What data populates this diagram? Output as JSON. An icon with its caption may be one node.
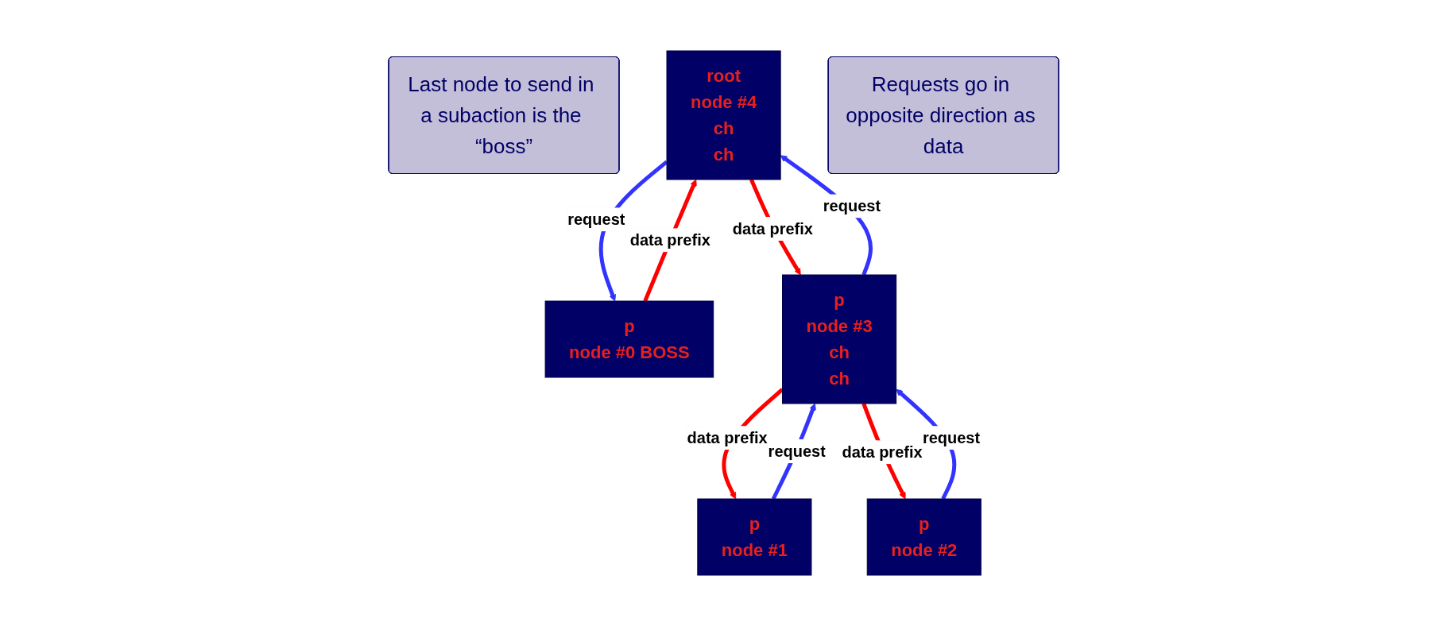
{
  "diagram": {
    "nodes": [
      {
        "text": [
          "root",
          "node #4",
          "ch",
          "ch"
        ]
      },
      {
        "text": [
          "p",
          "node #0 BOSS"
        ]
      },
      {
        "text": [
          "p",
          "node #3",
          "ch",
          "ch"
        ]
      },
      {
        "text": [
          "p",
          "node #1"
        ]
      },
      {
        "text": [
          "p",
          "node #2"
        ]
      },
      {
        "text": [
          "Last node to send in a subaction is the “boss”"
        ]
      },
      {
        "text": [
          "Requests go in opposite direction as data"
        ]
      }
    ],
    "edges": [
      {
        "from": 0,
        "to": 1,
        "arrow": "to",
        "label": "request",
        "color": "#3333ff"
      },
      {
        "from": 1,
        "to": 0,
        "arrow": "to",
        "label": "data prefix",
        "color": "#ff0000"
      },
      {
        "from": 0,
        "to": 2,
        "arrow": "to",
        "label": "data prefix",
        "color": "#ff0000"
      },
      {
        "from": 2,
        "to": 0,
        "arrow": "to",
        "label": "request",
        "color": "#3333ff"
      },
      {
        "from": 2,
        "to": 3,
        "arrow": "to",
        "label": "data prefix",
        "color": "#ff0000"
      },
      {
        "from": 3,
        "to": 2,
        "arrow": "to",
        "label": "request",
        "color": "#3333ff"
      },
      {
        "from": 2,
        "to": 4,
        "arrow": "to",
        "label": "data prefix",
        "color": "#ff0000"
      },
      {
        "from": 4,
        "to": 2,
        "arrow": "to",
        "label": "request",
        "color": "#3333ff"
      }
    ]
  }
}
